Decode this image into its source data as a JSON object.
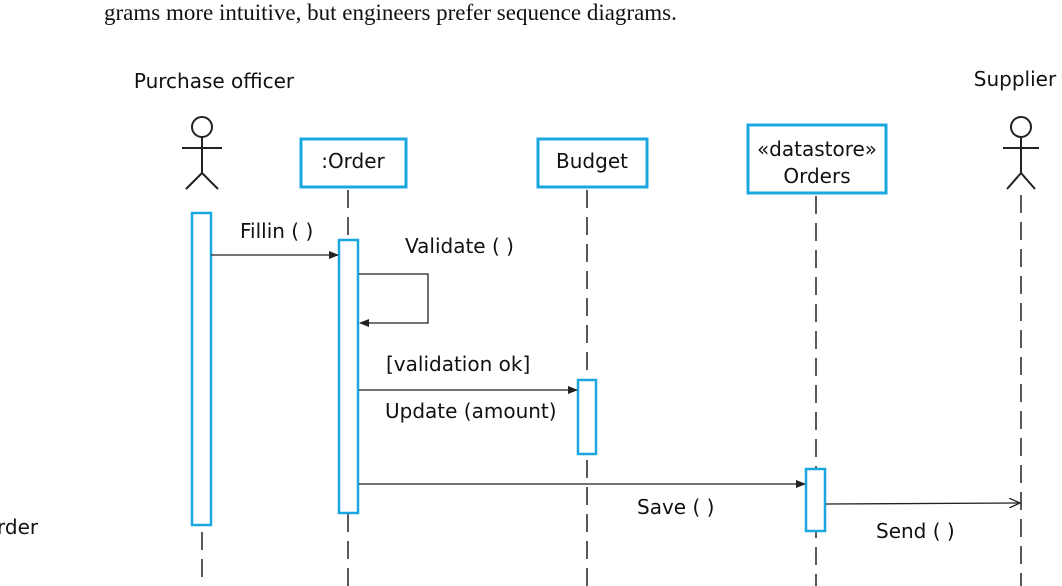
{
  "caption": "grams more intuitive, but engineers prefer sequence diagrams.",
  "actors": {
    "purchase_officer": "Purchase officer",
    "supplier": "Supplier"
  },
  "objects": {
    "order": ":Order",
    "budget": "Budget",
    "datastore_stereotype": "«datastore»",
    "datastore_name": "Orders"
  },
  "messages": {
    "fillin": "Fillin ( )",
    "validate": "Validate ( )",
    "guard": "[validation ok]",
    "update": "Update (amount)",
    "save": "Save ( )",
    "send": "Send ( )"
  },
  "margin_label": "rder",
  "colors": {
    "accent": "#1aa7e0",
    "line": "#222222",
    "text": "#111111"
  }
}
